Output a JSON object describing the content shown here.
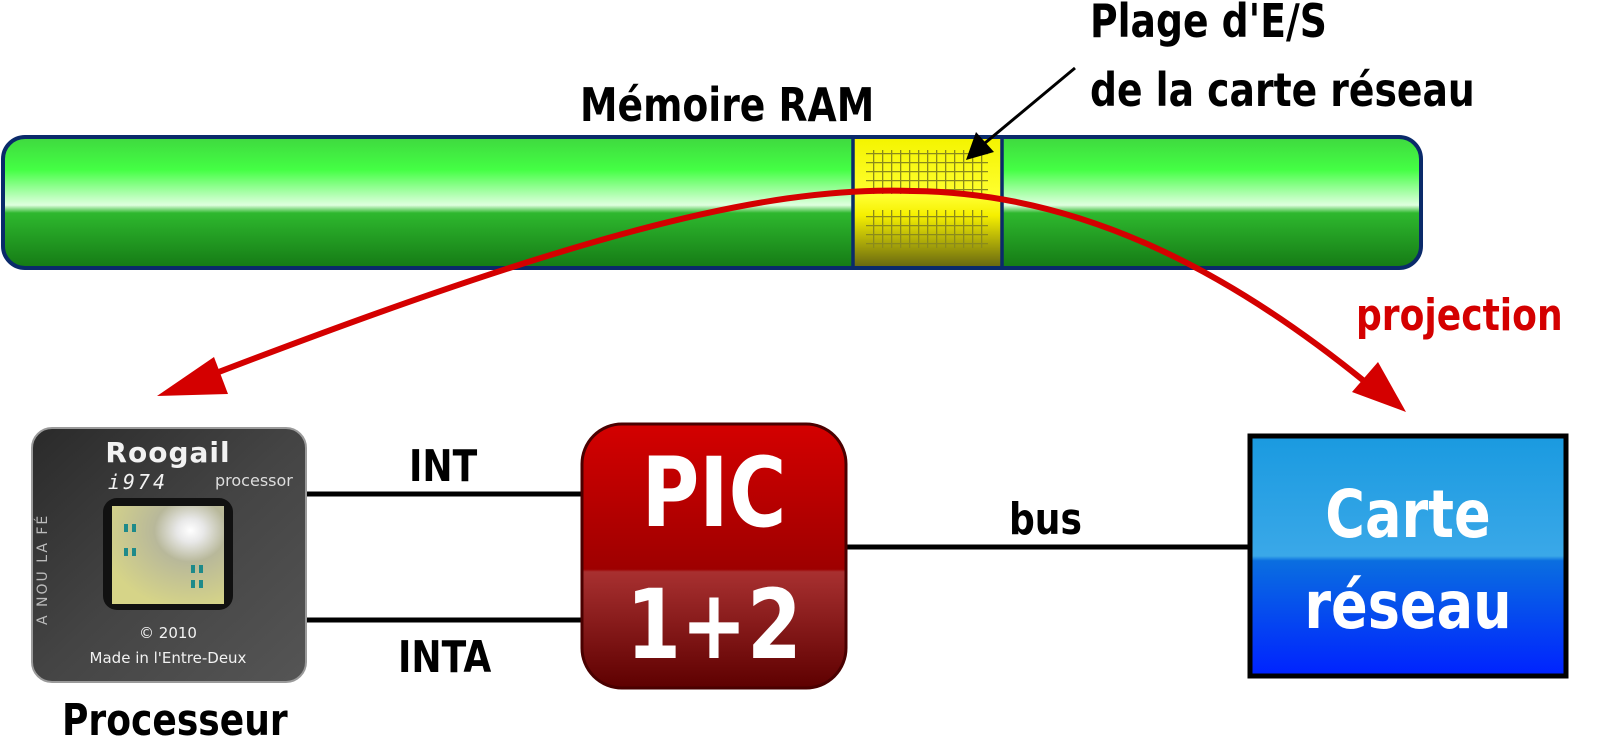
{
  "labels": {
    "ram": "Mémoire RAM",
    "io_range_line1": "Plage d'E/S",
    "io_range_line2": "de la carte réseau",
    "projection": "projection",
    "int": "INT",
    "inta": "INTA",
    "bus": "bus",
    "processor": "Processeur"
  },
  "chip": {
    "brand": "Roogail",
    "model": "i974",
    "kind": "processor",
    "side_text": "A NOU LA FÉ",
    "copyright": "© 2010",
    "made_in": "Made in l'Entre-Deux"
  },
  "pic": {
    "line1": "PIC",
    "line2": "1+2"
  },
  "network_card": {
    "line1": "Carte",
    "line2": "réseau"
  },
  "colors": {
    "ram_green": "#22cc22",
    "io_yellow": "#ffff00",
    "projection_red": "#d40000",
    "pic_red": "#a80000",
    "card_blue": "#0a6ee0",
    "chip_dark": "#3a3a3a"
  }
}
